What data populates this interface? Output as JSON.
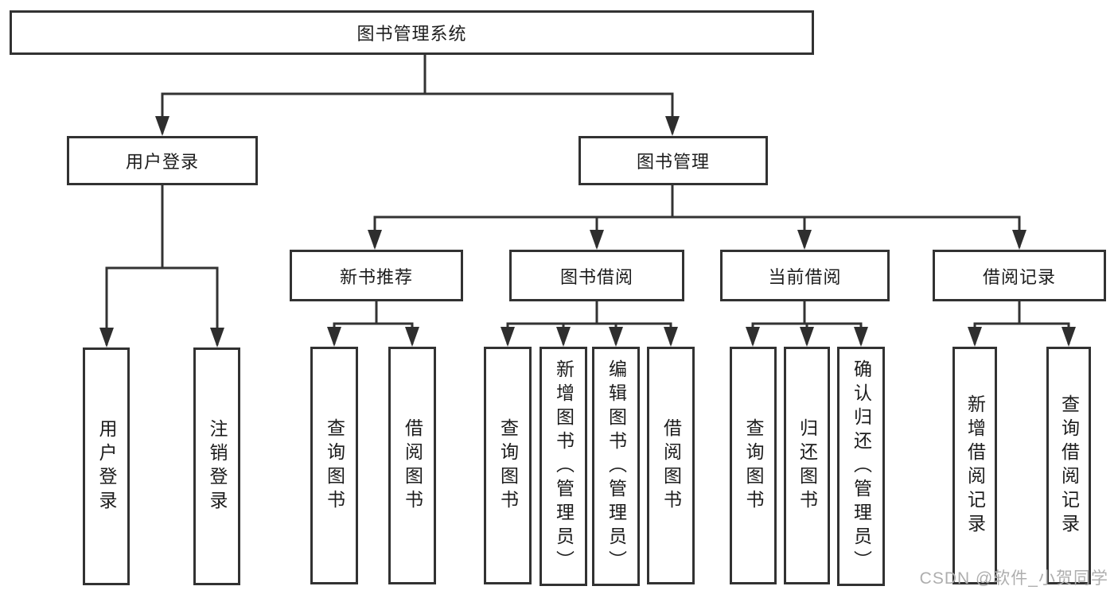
{
  "tree": {
    "label": "图书管理系统",
    "children": [
      {
        "label": "用户登录",
        "children": [
          {
            "label": "用户登录"
          },
          {
            "label": "注销登录"
          }
        ]
      },
      {
        "label": "图书管理",
        "children": [
          {
            "label": "新书推荐",
            "children": [
              {
                "label": "查询图书"
              },
              {
                "label": "借阅图书"
              }
            ]
          },
          {
            "label": "图书借阅",
            "children": [
              {
                "label": "查询图书"
              },
              {
                "label": "新增图书（管理员）"
              },
              {
                "label": "编辑图书（管理员）"
              },
              {
                "label": "借阅图书"
              }
            ]
          },
          {
            "label": "当前借阅",
            "children": [
              {
                "label": "查询图书"
              },
              {
                "label": "归还图书"
              },
              {
                "label": "确认归还（管理员）"
              }
            ]
          },
          {
            "label": "借阅记录",
            "children": [
              {
                "label": "新增借阅记录"
              },
              {
                "label": "查询借阅记录"
              }
            ]
          }
        ]
      }
    ]
  },
  "watermark": "CSDN @软件_小贺同学",
  "colors": {
    "line": "#333333",
    "border": "#323232",
    "text": "#1c1c1c",
    "watermark": "#aeaeae"
  }
}
